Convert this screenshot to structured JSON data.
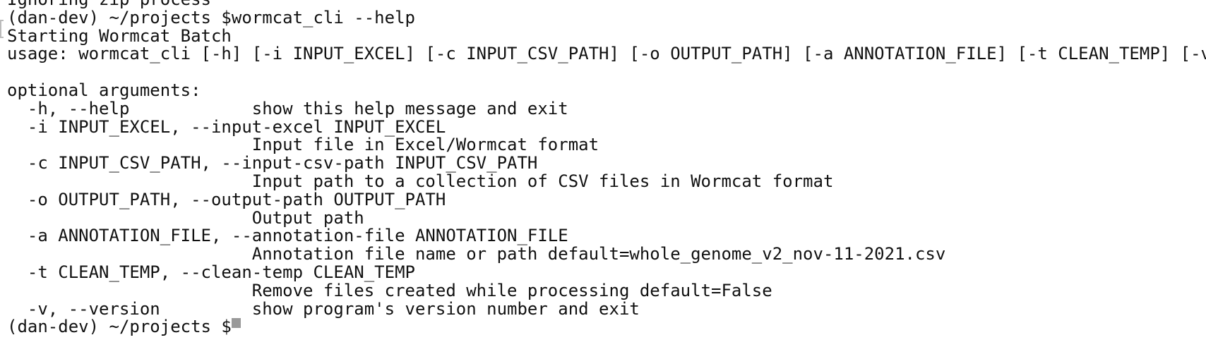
{
  "terminal": {
    "lines": [
      "Ignoring zip process",
      "(dan-dev) ~/projects $wormcat_cli --help",
      "Starting Wormcat Batch",
      "usage: wormcat_cli [-h] [-i INPUT_EXCEL] [-c INPUT_CSV_PATH] [-o OUTPUT_PATH] [-a ANNOTATION_FILE] [-t CLEAN_TEMP] [-v]",
      "",
      "optional arguments:",
      "  -h, --help            show this help message and exit",
      "  -i INPUT_EXCEL, --input-excel INPUT_EXCEL",
      "                        Input file in Excel/Wormcat format",
      "  -c INPUT_CSV_PATH, --input-csv-path INPUT_CSV_PATH",
      "                        Input path to a collection of CSV files in Wormcat format",
      "  -o OUTPUT_PATH, --output-path OUTPUT_PATH",
      "                        Output path",
      "  -a ANNOTATION_FILE, --annotation-file ANNOTATION_FILE",
      "                        Annotation file name or path default=whole_genome_v2_nov-11-2021.csv",
      "  -t CLEAN_TEMP, --clean-temp CLEAN_TEMP",
      "                        Remove files created while processing default=False",
      "  -v, --version         show program's version number and exit"
    ],
    "prompt": "(dan-dev) ~/projects $"
  }
}
